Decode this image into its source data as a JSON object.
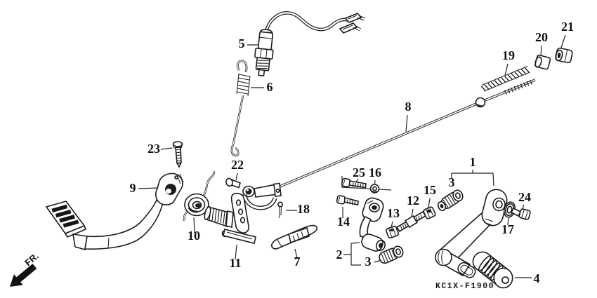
{
  "diagram": {
    "code": "KC1X-F1900",
    "front_label": "FR.",
    "callouts": {
      "c1": "1",
      "c2": "2",
      "c3": "3",
      "c4": "4",
      "c5": "5",
      "c6": "6",
      "c7": "7",
      "c8": "8",
      "c9": "9",
      "c10": "10",
      "c11": "11",
      "c12": "12",
      "c13": "13",
      "c14": "14",
      "c15": "15",
      "c16": "16",
      "c17": "17",
      "c18": "18",
      "c19": "19",
      "c20": "20",
      "c21": "21",
      "c22": "22",
      "c23": "23",
      "c24": "24",
      "c25": "25"
    }
  }
}
